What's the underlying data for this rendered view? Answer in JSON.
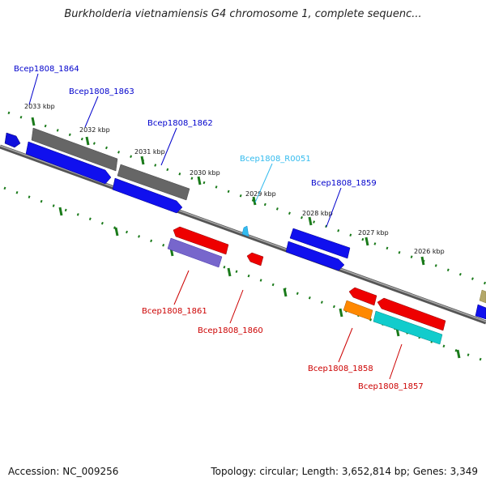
{
  "title": "Burkholderia vietnamiensis G4 chromosome 1, complete sequenc...",
  "footer": {
    "accession": "Accession: NC_009256",
    "summary": "Topology: circular; Length: 3,652,814 bp; Genes: 3,349"
  },
  "kbp_marks": [
    "2033 kbp",
    "2032 kbp",
    "2031 kbp",
    "2030 kbp",
    "2029 kbp",
    "2028 kbp",
    "2027 kbp",
    "2026 kbp"
  ],
  "genes_top": [
    {
      "name": "Bcep1808_1864",
      "color": "#0000cc"
    },
    {
      "name": "Bcep1808_1863",
      "color": "#0000cc"
    },
    {
      "name": "Bcep1808_1862",
      "color": "#0000cc"
    },
    {
      "name": "Bcep1808_R0051",
      "color": "#33bbee"
    },
    {
      "name": "Bcep1808_1859",
      "color": "#0000cc"
    }
  ],
  "genes_bottom": [
    {
      "name": "Bcep1808_1861",
      "color": "#cc0000"
    },
    {
      "name": "Bcep1808_1860",
      "color": "#cc0000"
    },
    {
      "name": "Bcep1808_1858",
      "color": "#cc0000"
    },
    {
      "name": "Bcep1808_1857",
      "color": "#cc0000"
    }
  ]
}
